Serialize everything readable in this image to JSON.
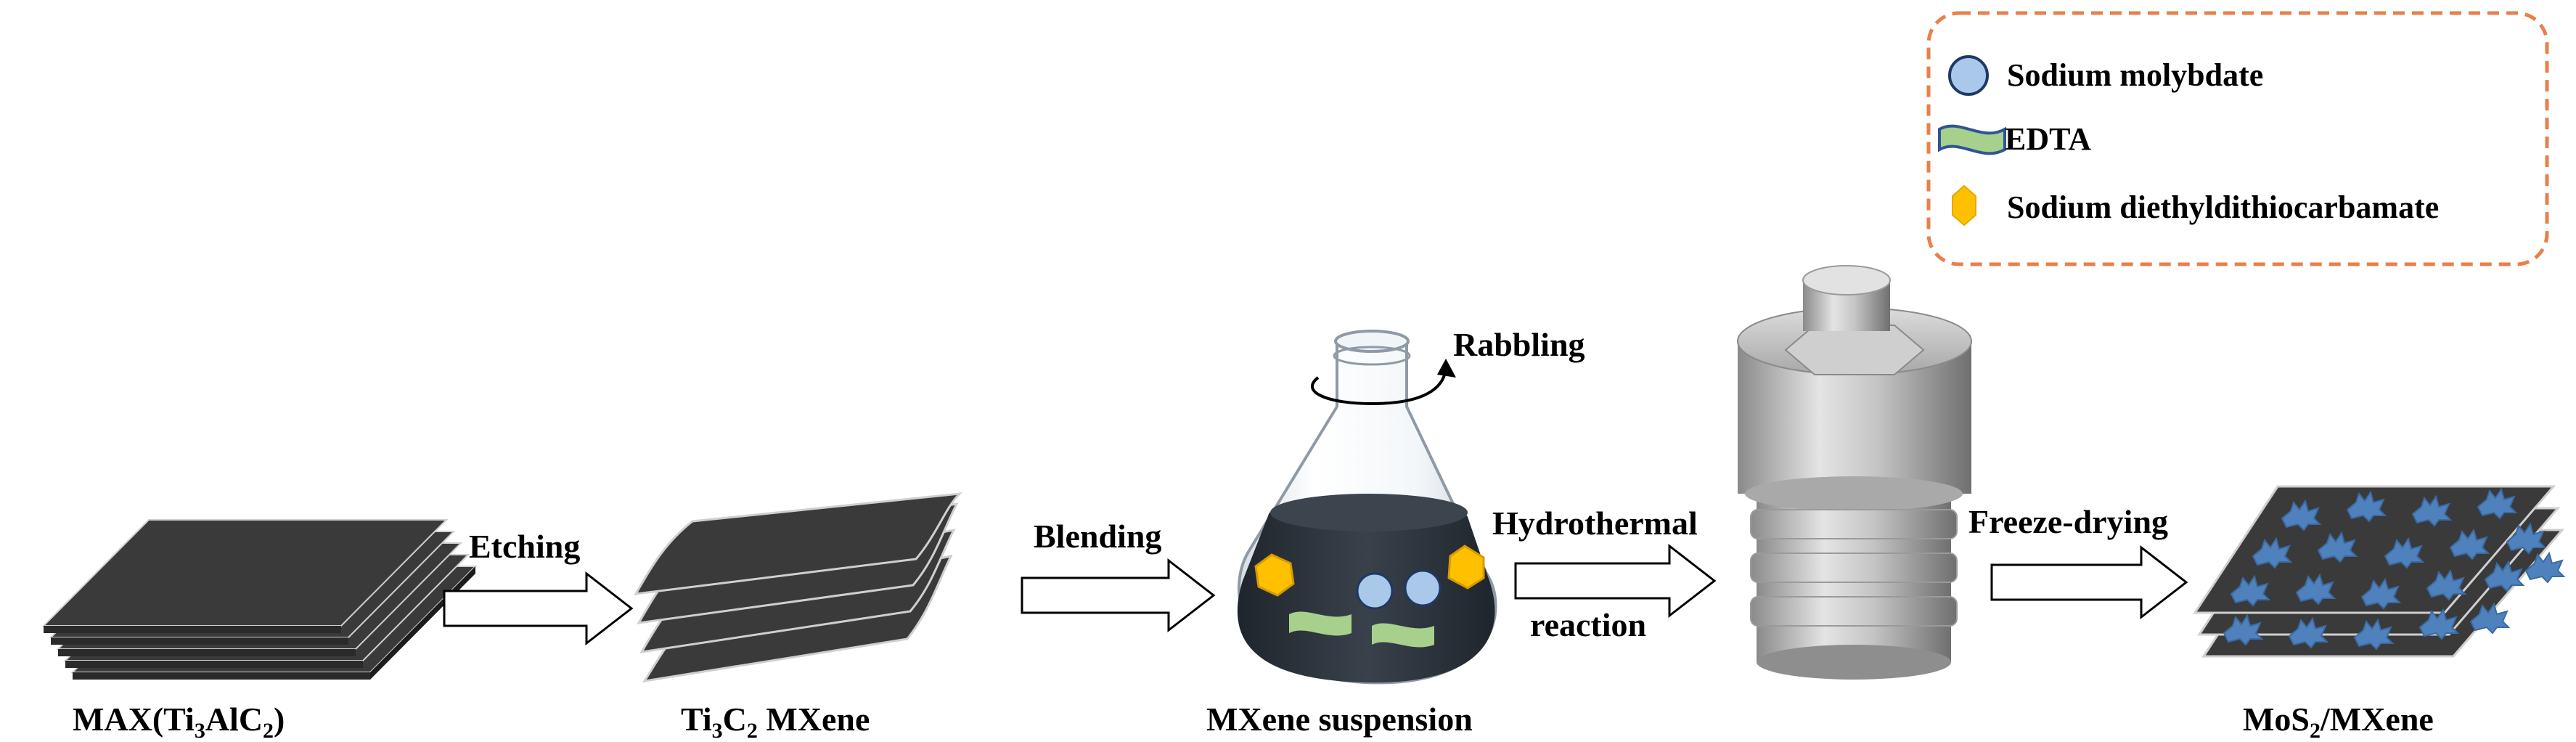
{
  "legend": {
    "items": [
      {
        "label": "Sodium molybdate",
        "icon": "blue-circle-icon"
      },
      {
        "label": "EDTA",
        "icon": "green-ribbon-icon"
      },
      {
        "label": "Sodium diethyldithiocarbamate",
        "icon": "orange-hexagon-icon"
      }
    ],
    "border_color": "#e8804a"
  },
  "stages": {
    "max": {
      "pre": "MAX(Ti",
      "sub1": "3",
      "mid": "AlC",
      "sub2": "2",
      "post": ")"
    },
    "ti3c2": {
      "pre": "Ti",
      "sub1": "3",
      "mid": "C",
      "sub2": "2",
      "post": " MXene"
    },
    "suspension": "MXene suspension",
    "product": {
      "pre": "MoS",
      "sub": "2",
      "post": "/MXene"
    }
  },
  "steps": {
    "etching": "Etching",
    "blending": "Blending",
    "hydro_1": "Hydrothermal",
    "hydro_2": "reaction",
    "freeze": "Freeze-drying",
    "stirring": "Rabbling"
  },
  "colors": {
    "sheet": "#3a3a3a",
    "liquid": "#2e343d",
    "molybdate": "#a9c8ea",
    "edta": "#a8d08d",
    "dtc": "#ffc000",
    "mos2": "#4f81bd"
  }
}
